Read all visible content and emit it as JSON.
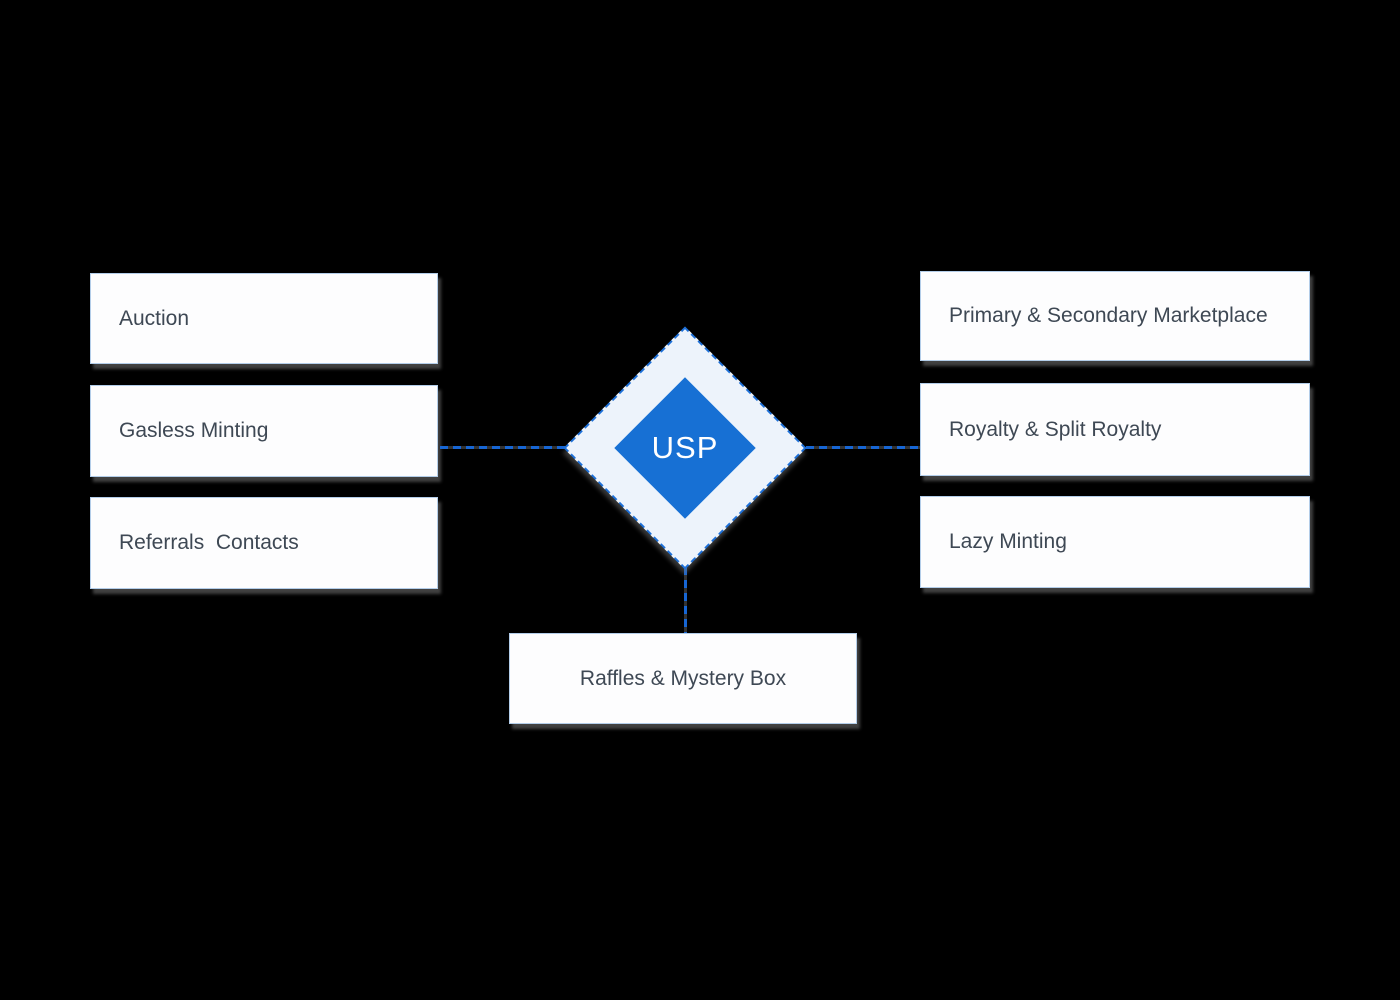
{
  "theme": {
    "canvas-bg": "#000000",
    "node-bg": "#fdfdfe",
    "node-border": "#b3cde9",
    "node-text": "#3e4854",
    "accent-blue": "#1766d4",
    "connector-gap": "#333333",
    "diamond-outer-bg": "#edf3fb",
    "diamond-inner-bg": "#1770d4",
    "diamond-dash": "#1e70d8",
    "usp-text": "#ffffff",
    "shadow": "rgba(130,130,130,0.5)"
  },
  "diagram": {
    "center_label": "USP",
    "left_nodes": [
      "Auction",
      "Gasless Minting",
      "Referrals  Contacts"
    ],
    "right_nodes": [
      "Primary & Secondary Marketplace",
      "Royalty & Split Royalty",
      "Lazy Minting"
    ],
    "bottom_nodes": [
      "Raffles & Mystery Box"
    ]
  }
}
